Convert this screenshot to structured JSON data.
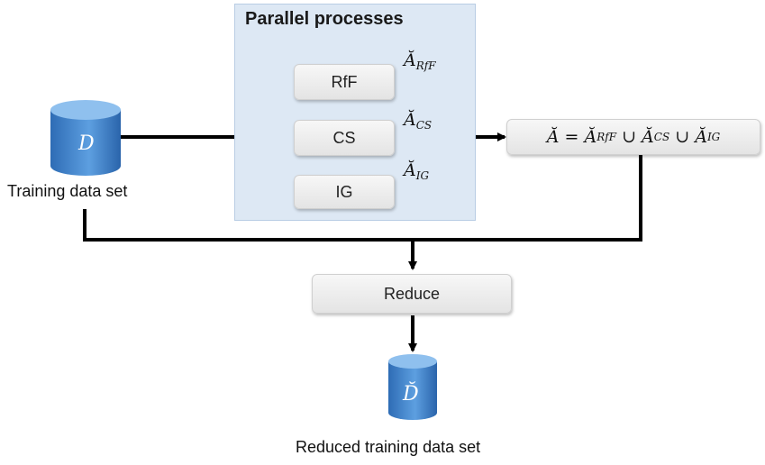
{
  "group": {
    "title": "Parallel processes"
  },
  "processes": [
    {
      "label": "RfF",
      "output_base": "Ă",
      "output_sub": "RfF"
    },
    {
      "label": "CS",
      "output_base": "Ă",
      "output_sub": "CS"
    },
    {
      "label": "IG",
      "output_base": "Ă",
      "output_sub": "IG"
    }
  ],
  "union_box": {
    "lhs": "Ă",
    "eq": "=",
    "union": "∪",
    "terms": [
      {
        "base": "Ă",
        "sub": "RfF"
      },
      {
        "base": "Ă",
        "sub": "CS"
      },
      {
        "base": "Ă",
        "sub": "IG"
      }
    ]
  },
  "input_db": {
    "symbol": "D",
    "label": "Training data set"
  },
  "reduce": {
    "label": "Reduce"
  },
  "output_db": {
    "symbol": "D̆",
    "label": "Reduced training data set"
  },
  "colors": {
    "db_dark": "#2f6fb8",
    "db_light": "#8fc0ee",
    "group_bg": "#dde8f4",
    "arrow": "#000000"
  }
}
